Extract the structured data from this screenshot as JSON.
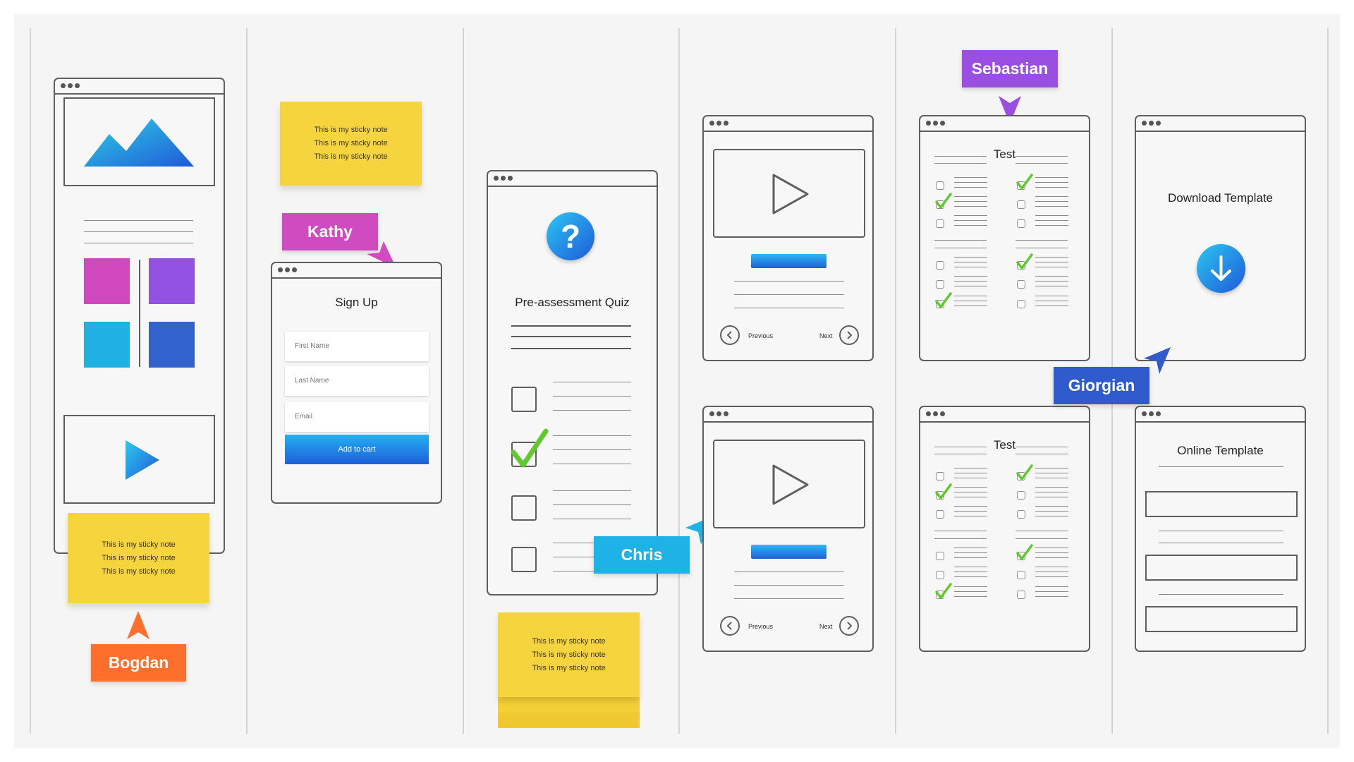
{
  "sticky_note": {
    "lines": [
      "This is my sticky note",
      "This is my sticky note",
      "This is my sticky note"
    ]
  },
  "wireframes": {
    "signup": {
      "title": "Sign Up",
      "first_name_placeholder": "First Name",
      "last_name_placeholder": "Last Name",
      "email_placeholder": "Email",
      "button_label": "Add to cart"
    },
    "quiz": {
      "title": "Pre-assessment Quiz",
      "badge": "?"
    },
    "video": {
      "previous_label": "Previous",
      "next_label": "Next"
    },
    "test": {
      "title": "Test"
    },
    "download": {
      "title": "Download Template"
    },
    "online": {
      "title": "Online Template"
    }
  },
  "collaborators": [
    {
      "name": "Bogdan",
      "color": "#ff6f2c"
    },
    {
      "name": "Kathy",
      "color": "#cf4bbf"
    },
    {
      "name": "Chris",
      "color": "#1fb2e6"
    },
    {
      "name": "Sebastian",
      "color": "#9b4fe0"
    },
    {
      "name": "Giorgian",
      "color": "#2f5bcc"
    }
  ],
  "colors": {
    "tile_magenta": "#d048bd",
    "tile_purple": "#9251e0",
    "tile_cyan": "#1fb0e4",
    "tile_blue": "#3262cc",
    "check_green": "#5fc92e",
    "sticky_yellow": "#f6d43d"
  },
  "icons": [
    "mountain-image-icon",
    "play-icon",
    "question-icon",
    "checkmark-icon",
    "chevron-left-icon",
    "chevron-right-icon",
    "download-arrow-icon",
    "cursor-arrow-icon"
  ]
}
